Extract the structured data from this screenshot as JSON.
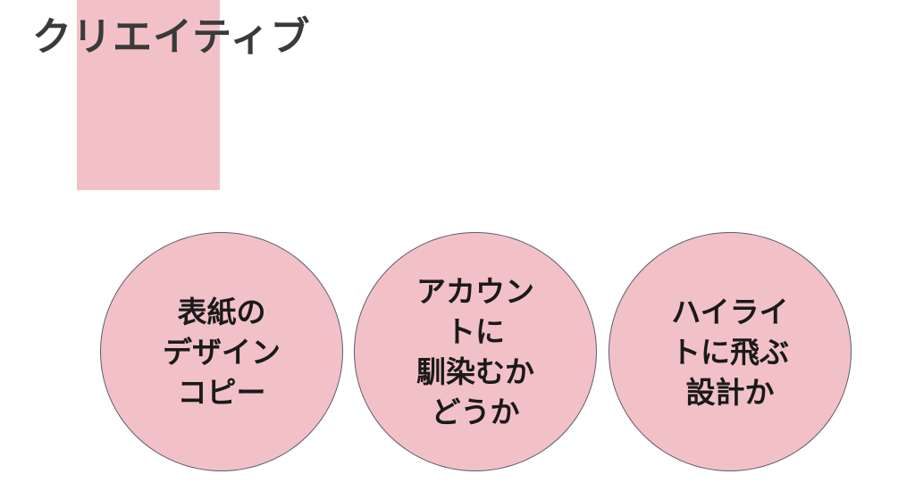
{
  "title": "クリエイティブ",
  "colors": {
    "accent": "#f2c1c8",
    "circle_border": "#5e5a6e",
    "title_text": "#3a3a3a",
    "circle_text": "#1a1a1a"
  },
  "circles": [
    {
      "lines": [
        "表紙の",
        "デザイン",
        "コピー"
      ]
    },
    {
      "lines": [
        "アカウン",
        "トに",
        "馴染むか",
        "どうか"
      ]
    },
    {
      "lines": [
        "ハイライ",
        "トに飛ぶ",
        "設計か"
      ]
    }
  ]
}
